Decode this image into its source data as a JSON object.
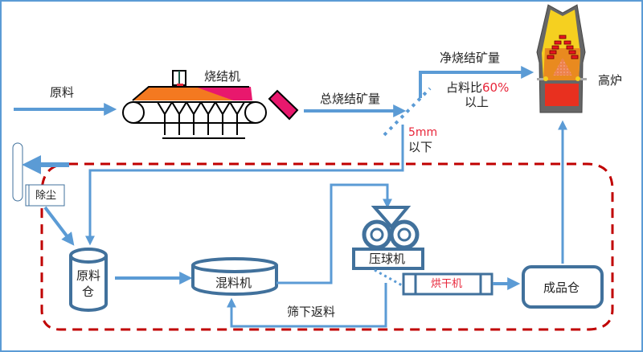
{
  "labels": {
    "raw_material": "原料",
    "sinter_machine": "烧结机",
    "total_sinter": "总烧结矿量",
    "net_sinter": "净烧结矿量",
    "ratio_prefix": "占料比",
    "ratio_value": "60%",
    "ratio_suffix": "以上",
    "size_value": "5mm",
    "size_suffix": "以下",
    "blast_furnace": "高炉",
    "dust_removal": "除尘",
    "raw_bin_1": "原料",
    "raw_bin_2": "仓",
    "mixer": "混料机",
    "briquetting": "压球机",
    "dryer": "烘干机",
    "product_bin": "成品仓",
    "screen_return": "筛下返料"
  },
  "colors": {
    "flow": "#5b9bd5",
    "equipment": "#41719c",
    "loop": "#c00000",
    "highlight": "#e8263a",
    "sinter_orange": "#f47920",
    "sinter_pink": "#e8186d"
  }
}
